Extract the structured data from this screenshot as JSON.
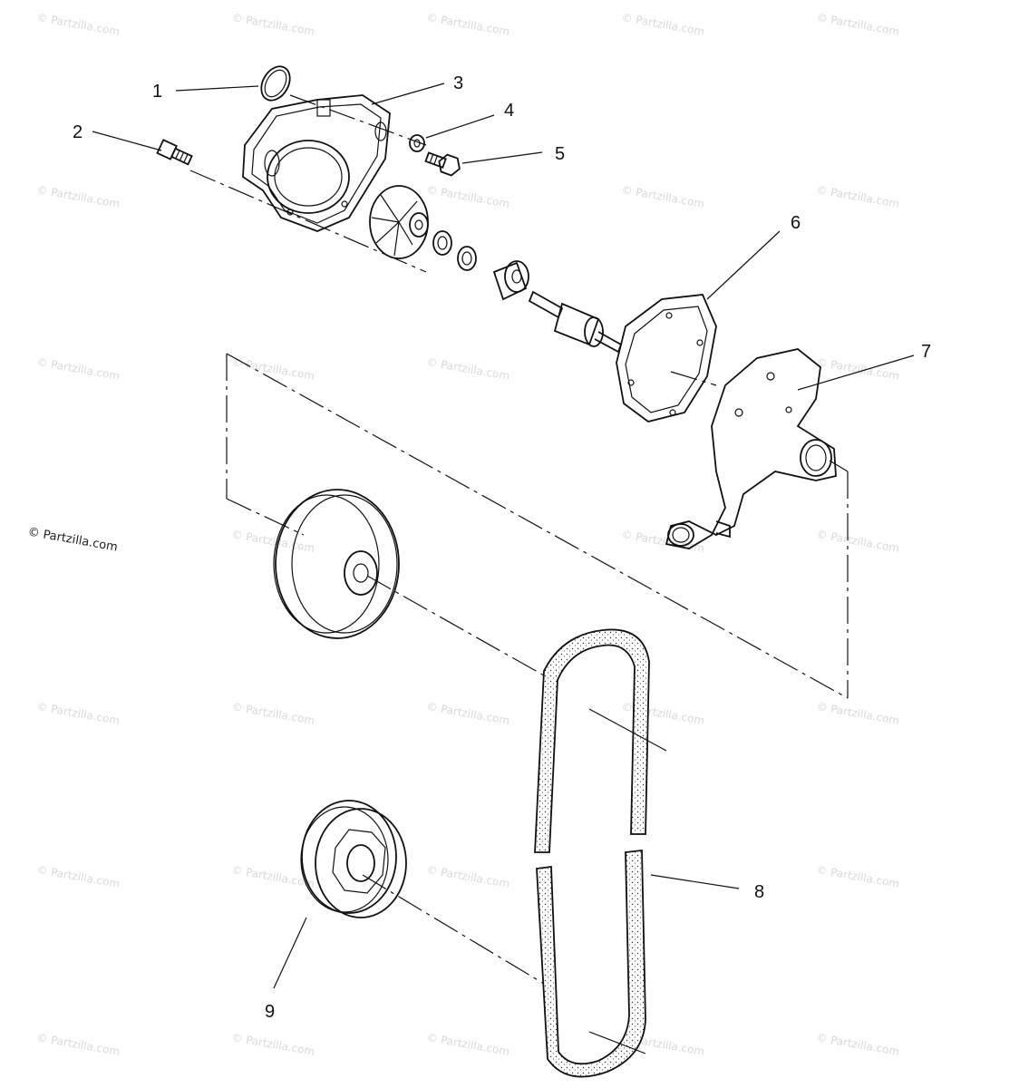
{
  "watermark": {
    "text": "© Partzilla.com"
  },
  "callouts": {
    "c1": "1",
    "c2": "2",
    "c3": "3",
    "c4": "4",
    "c5": "5",
    "c6": "6",
    "c7": "7",
    "c8": "8",
    "c9": "9"
  },
  "parts": {
    "p1": "o-ring-icon",
    "p2": "fitting-icon",
    "p3": "pump-cover-icon",
    "p4": "washer-icon",
    "p5": "bolt-icon",
    "p6": "gasket-icon",
    "p7": "pump-housing-icon",
    "p8": "belt-icon",
    "p9": "drive-pulley-icon"
  }
}
